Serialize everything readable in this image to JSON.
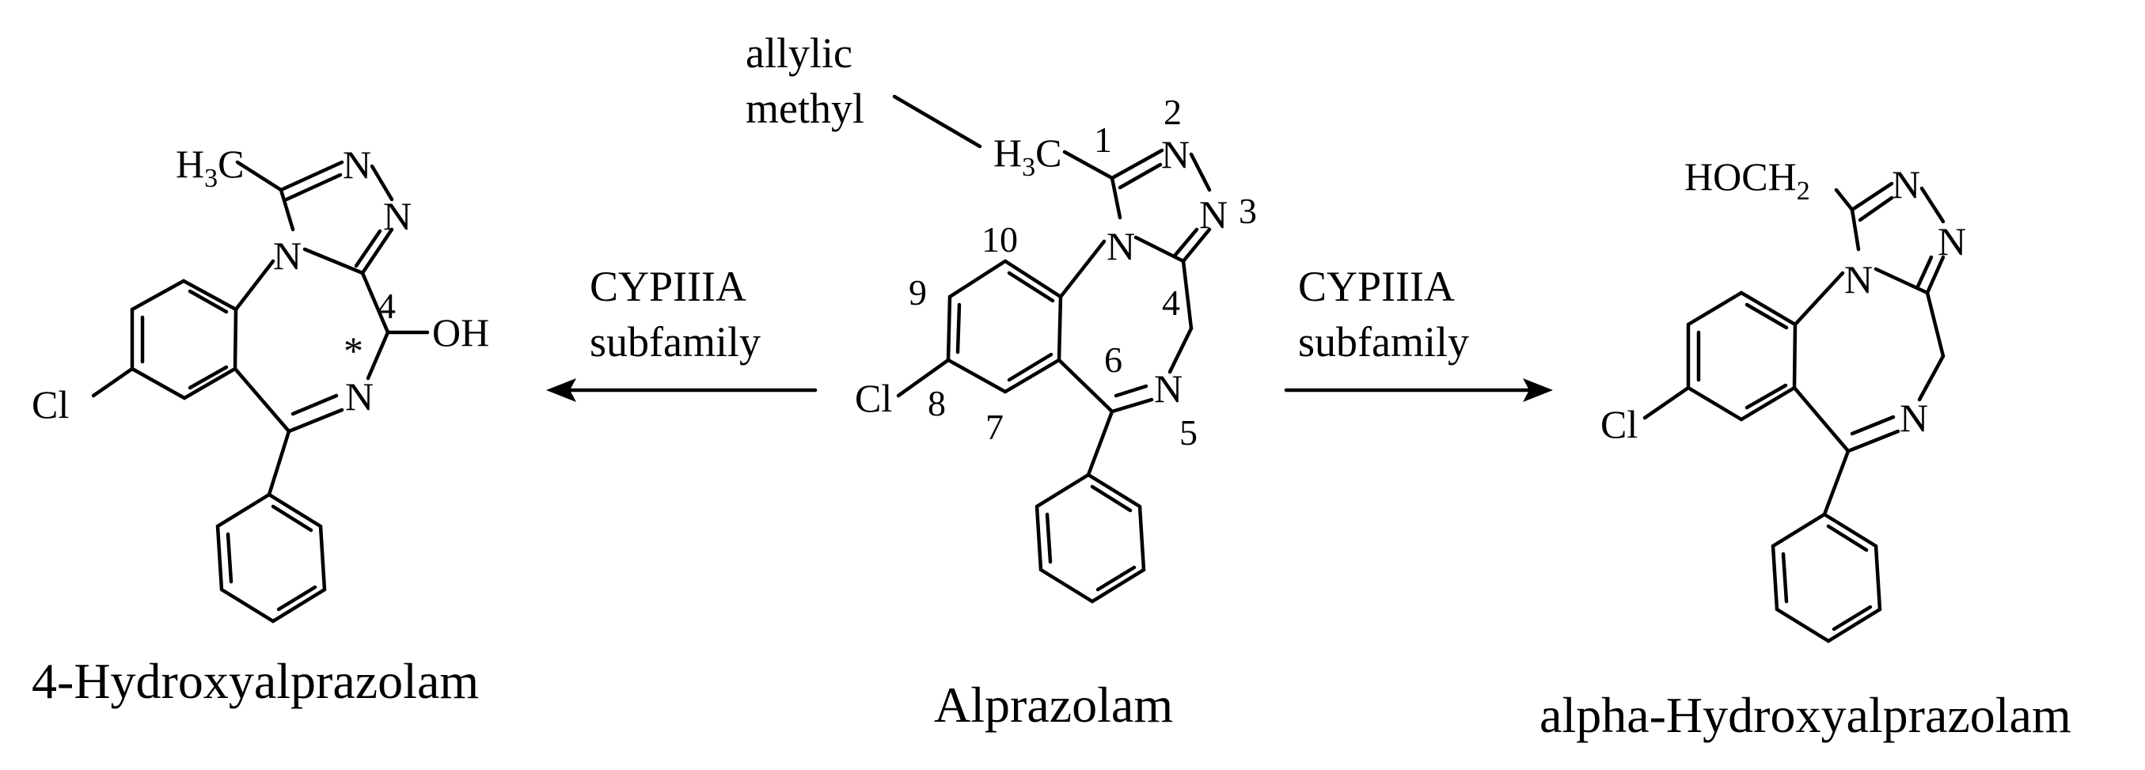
{
  "reactant": {
    "caption": "Alprazolam",
    "annotation": {
      "line1": "allylic",
      "line2": "methyl"
    },
    "atoms": {
      "methyl_main": "H",
      "methyl_sub": "3",
      "methyl_tail": "C",
      "n_triazole_a": "N",
      "n_triazole_b": "N",
      "n_triazole_c": "N",
      "n_imine": "N",
      "cl": "Cl"
    },
    "locants": [
      "1",
      "2",
      "3",
      "4",
      "5",
      "6",
      "7",
      "8",
      "9",
      "10"
    ]
  },
  "left_reaction": {
    "enzyme_line1": "CYPIIIA",
    "enzyme_line2": "subfamily"
  },
  "right_reaction": {
    "enzyme_line1": "CYPIIIA",
    "enzyme_line2": "subfamily"
  },
  "product_left": {
    "caption": "4-Hydroxyalprazolam",
    "atoms": {
      "methyl_main": "H",
      "methyl_sub": "3",
      "methyl_tail": "C",
      "n_triazole_a": "N",
      "n_triazole_b": "N",
      "n_triazole_c": "N",
      "n_imine": "N",
      "cl": "Cl",
      "oh": "OH",
      "chiral_mark": "*",
      "locant": "4"
    }
  },
  "product_right": {
    "caption": "alpha-Hydroxyalprazolam",
    "atoms": {
      "hoch_main": "HOCH",
      "hoch_sub": "2",
      "n_triazole_a": "N",
      "n_triazole_b": "N",
      "n_triazole_c": "N",
      "n_imine": "N",
      "cl": "Cl"
    }
  }
}
